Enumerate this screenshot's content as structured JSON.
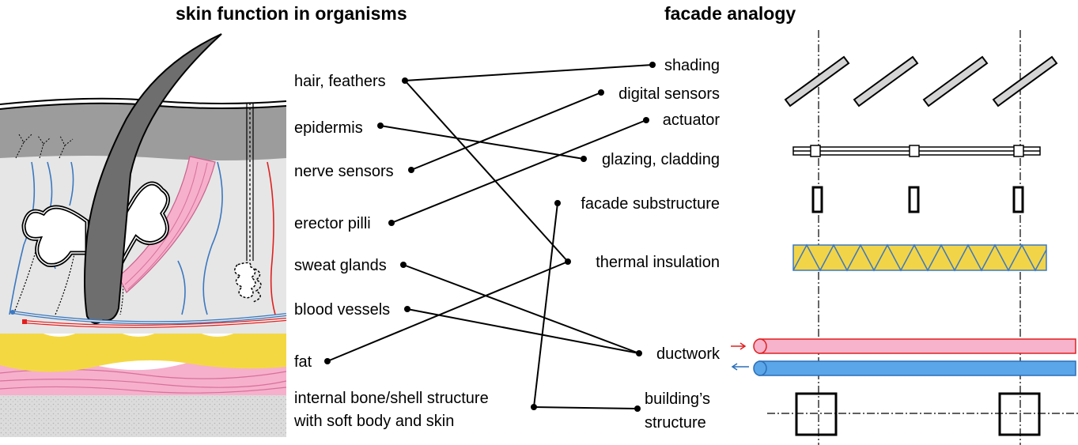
{
  "titles": {
    "left": "skin function in organisms",
    "right": "facade analogy"
  },
  "organism_items": [
    {
      "id": "hair",
      "label": "hair, feathers"
    },
    {
      "id": "epidermis",
      "label": "epidermis"
    },
    {
      "id": "nerve",
      "label": "nerve sensors"
    },
    {
      "id": "erector",
      "label": "erector pilli"
    },
    {
      "id": "sweat",
      "label": "sweat glands"
    },
    {
      "id": "blood",
      "label": "blood vessels"
    },
    {
      "id": "fat",
      "label": "fat"
    },
    {
      "id": "bone",
      "label": "internal bone/shell structure\nwith soft body and skin"
    }
  ],
  "facade_items": [
    {
      "id": "shading",
      "label": "shading"
    },
    {
      "id": "sensors",
      "label": "digital sensors"
    },
    {
      "id": "actuator",
      "label": "actuator"
    },
    {
      "id": "glazing",
      "label": "glazing, cladding"
    },
    {
      "id": "substructure",
      "label": "facade substructure"
    },
    {
      "id": "insulation",
      "label": "thermal insulation"
    },
    {
      "id": "ductwork",
      "label": "ductwork"
    },
    {
      "id": "structure",
      "label": "building’s\nstructure"
    }
  ],
  "links": [
    [
      "hair",
      "shading"
    ],
    [
      "hair",
      "insulation"
    ],
    [
      "epidermis",
      "glazing"
    ],
    [
      "nerve",
      "sensors"
    ],
    [
      "erector",
      "actuator"
    ],
    [
      "sweat",
      "ductwork"
    ],
    [
      "blood",
      "ductwork"
    ],
    [
      "fat",
      "insulation"
    ],
    [
      "bone",
      "structure"
    ],
    [
      "bone",
      "substructure"
    ]
  ],
  "colors": {
    "epidermis": "#9c9c9c",
    "dermis": "#e6e6e6",
    "fat": "#f4d842",
    "muscle": "#f6b0cc",
    "bone": "#dcdcdc",
    "hair": "#6e6e6e",
    "nerve": "#3b78c0",
    "artery": "#e02020",
    "insulation_fill": "#f2d448",
    "insulation_line": "#3b78c0",
    "duct_supply": "#f7b3cb",
    "duct_return": "#5aa6e8"
  }
}
